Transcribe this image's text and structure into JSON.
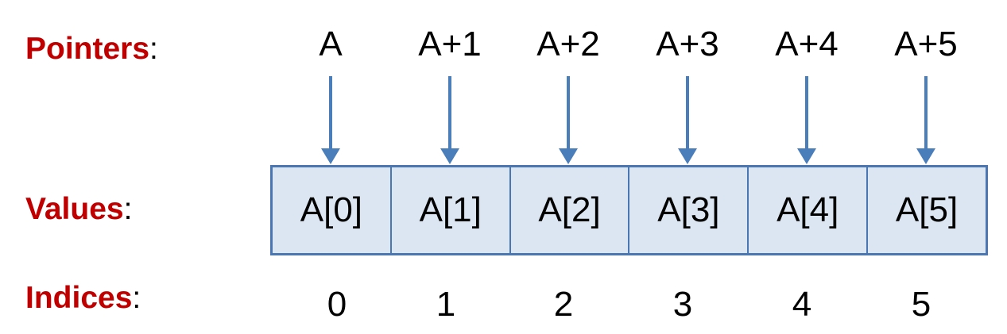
{
  "labels": {
    "pointers": {
      "keyword": "Pointers",
      "suffix": ":"
    },
    "values": {
      "keyword": "Values",
      "suffix": ":"
    },
    "indices": {
      "keyword": "Indices",
      "suffix": ":"
    }
  },
  "pointers": [
    "A",
    "A+1",
    "A+2",
    "A+3",
    "A+4",
    "A+5"
  ],
  "values": [
    "A[0]",
    "A[1]",
    "A[2]",
    "A[3]",
    "A[4]",
    "A[5]"
  ],
  "indices": [
    "0",
    "1",
    "2",
    "3",
    "4",
    "5"
  ],
  "colors": {
    "label_accent": "#c00000",
    "arrow": "#4a7ebb",
    "cell_fill": "#dce6f2",
    "cell_border": "#4a76b2"
  }
}
